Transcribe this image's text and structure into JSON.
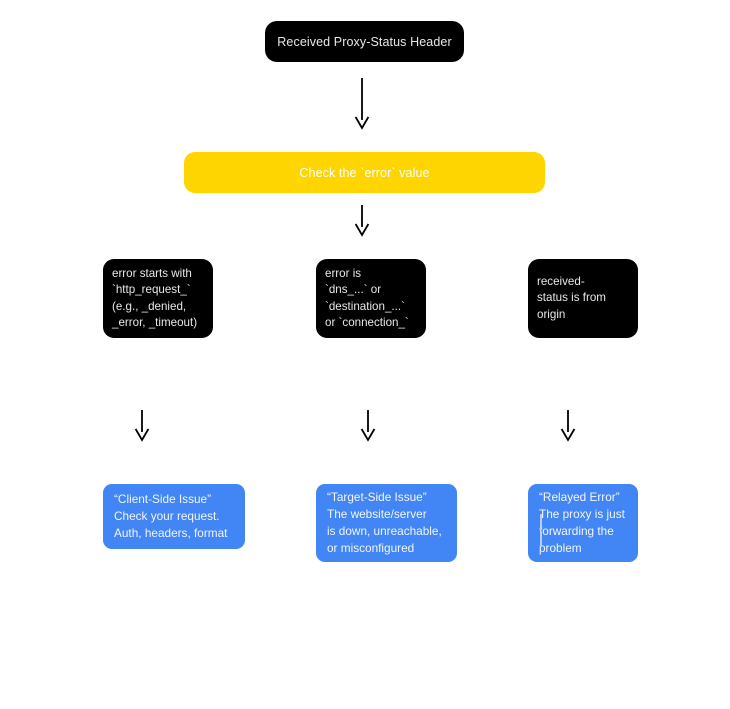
{
  "diagram": {
    "type": "flowchart",
    "title": "Proxy-Status header triage flowchart",
    "background": "#ffffff",
    "colors": {
      "start_node": "#000000",
      "decision_node": "#ffd500",
      "condition_node": "#000000",
      "outcome_node": "#4285f4",
      "arrow": "#000000",
      "light_text": "#ffffff"
    },
    "root": {
      "label": "Received Proxy-Status Header"
    },
    "decision": {
      "label": "Check the `error` value"
    },
    "conditions": [
      {
        "label": "error starts with\n`http_request_`\n(e.g., _denied,\n_error, _timeout)"
      },
      {
        "label": "error is\n`dns_...` or\n`destination_...`\nor `connection_`"
      },
      {
        "label": "received-\nstatus is from\norigin"
      }
    ],
    "outcomes": [
      {
        "label": "“Client-Side Issue”\nCheck your request.\nAuth, headers, format"
      },
      {
        "label": "“Target-Side Issue”\nThe website/server\nis down, unreachable,\nor misconfigured"
      },
      {
        "label": "“Relayed Error”\nThe proxy is just\nforwarding the\nproblem"
      }
    ],
    "arrows": [
      {
        "name": "root-to-decision",
        "direction": "down"
      },
      {
        "name": "decision-to-conditions",
        "direction": "down"
      },
      {
        "name": "condition-0-to-outcome-0",
        "direction": "down"
      },
      {
        "name": "condition-1-to-outcome-1",
        "direction": "down"
      },
      {
        "name": "condition-2-to-outcome-2",
        "direction": "down"
      }
    ]
  }
}
